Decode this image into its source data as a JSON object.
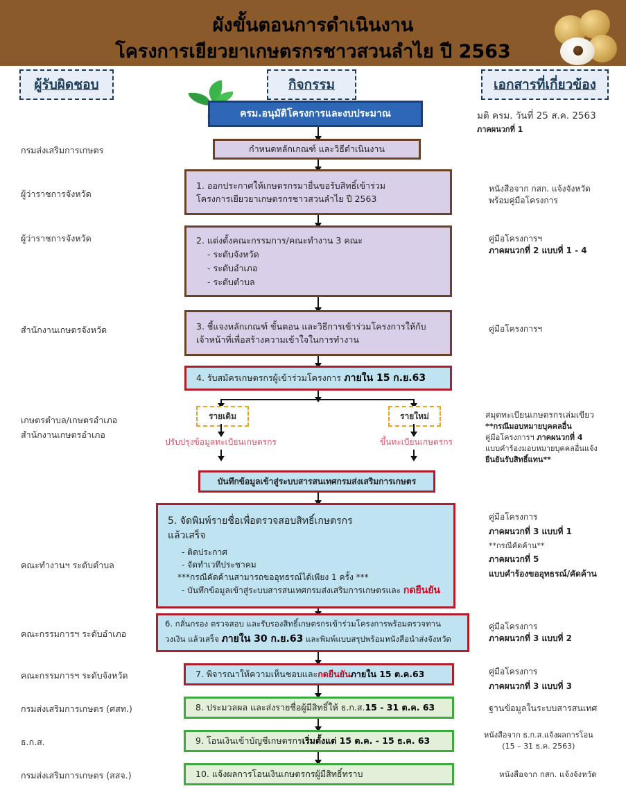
{
  "header": {
    "title_line1": "ผังขั้นตอนการดำเนินงาน",
    "title_line2": "โครงการเยียวยาเกษตรกรชาวสวนลำไย ปี 2563"
  },
  "columns": {
    "responsible": "ผู้รับผิดชอบ",
    "activities": "กิจกรรม",
    "documents": "เอกสารที่เกี่ยวข้อง"
  },
  "steps": {
    "start": "ครม.อนุมัติโครงการและงบประมาณ",
    "criteria": "กำหนดหลักเกณฑ์ และวิธีดำเนินงาน",
    "s1": {
      "line1": "1. ออกประกาศให้เกษตรกรมายื่นขอรับสิทธิ์เข้าร่วม",
      "line2": "โครงการเยียวยาเกษตรกรชาวสวนลำไย ปี 2563"
    },
    "s2": {
      "line1": "2. แต่งตั้งคณะกรรมการ/คณะทำงาน 3 คณะ",
      "item1": "- ระดับจังหวัด",
      "item2": "- ระดับอำเภอ",
      "item3": "- ระดับตำบล"
    },
    "s3": {
      "line1": "3. ชี้แจงหลักเกณฑ์ ขั้นตอน และวิธีการเข้าร่วมโครงการให้กับ",
      "line2": "เจ้าหน้าที่เพื่อสร้างความเข้าใจในการทำงาน"
    },
    "s4": {
      "text": "4. รับสมัครเกษตรกรผู้เข้าร่วมโครงการ ",
      "highlight": "ภายใน 15 ก.ย.63"
    },
    "branch_old": "รายเดิม",
    "branch_new": "รายใหม่",
    "branch_old_action": "ปรับปรุงข้อมูลทะเบียนเกษตรกร",
    "branch_new_action": "ขึ้นทะเบียนเกษตรกร",
    "record": "บันทึกข้อมูลเข้าสู่ระบบสารสนเทศกรมส่งเสริมการเกษตร",
    "s5": {
      "line1": "5. จัดพิมพ์รายชื่อเพื่อตรวจสอบสิทธิ์เกษตรกร",
      "line2": "แล้วเสร็จ",
      "item1": "- ติดประกาศ",
      "item2": "- จัดทำเวทีประชาคม",
      "note": "***กรณีคัดค้านสามารถขออุทธรณ์ได้เพียง 1 ครั้ง ***",
      "item3": "- บันทึกข้อมูลเข้าสู่ระบบสารสนเทศกรมส่งเสริมการเกษตรและ ",
      "item3_hl": "กดยืนยัน"
    },
    "s6": {
      "line1": "6. กลั่นกรอง ตรวจสอบ และรับรองสิทธิ์เกษตรกรเข้าร่วมโครงการพร้อมตรวจทาน",
      "line2a": "วงเงิน แล้วเสร็จ ",
      "line2_bold": "ภายใน 30 ก.ย.63",
      "line2b": " และพิมพ์แบบสรุปพร้อมหนังสือนำส่งจังหวัด"
    },
    "s7": {
      "text": "7. พิจารณาให้ความเห็นชอบและ",
      "hl": "กดยืนยัน",
      "bold": " ภายใน 15 ต.ค.63"
    },
    "s8": {
      "text": "8. ประมวลผล และส่งรายชื่อผู้มีสิทธิ์ให้ ธ.ก.ส. ",
      "bold": "15 - 31 ต.ค. 63"
    },
    "s9": {
      "text": "9. โอนเงินเข้าบัญชีเกษตรกร ",
      "bold": "เริ่มตั้งแต่ 15 ต.ค. - 15 ธ.ค. 63"
    },
    "s10": "10. แจ้งผลการโอนเงินเกษตรกรผู้มีสิทธิ์ทราบ"
  },
  "responsible": {
    "r_criteria": "กรมส่งเสริมการเกษตร",
    "r1": "ผู้ว่าราชการจังหวัด",
    "r2": "ผู้ว่าราชการจังหวัด",
    "r3": "สำนักงานเกษตรจังหวัด",
    "r_branch1": "เกษตรตำบล/เกษตรอำเภอ",
    "r_branch2": "สำนักงานเกษตรอำเภอ",
    "r5": "คณะทำงานฯ ระดับตำบล",
    "r6": "คณะกรรมการฯ ระดับอำเภอ",
    "r7": "คณะกรรมการฯ ระดับจังหวัด",
    "r8": "กรมส่งเสริมการเกษตร (ศสท.)",
    "r9": "ธ.ก.ส.",
    "r10": "กรมส่งเสริมการเกษตร (สสจ.)"
  },
  "documents": {
    "d_start_line1": "มติ ครม. วันที่ 25 ส.ค. 2563",
    "d_start_line2": "ภาคผนวกที่ 1",
    "d1_line1": "หนังสือจาก กสก. แจ้งจังหวัด",
    "d1_line2": "พร้อมคู่มือโครงการ",
    "d2_line1": "คู่มือโครงการฯ",
    "d2_line2": "ภาคผนวกที่ 2 แบบที่ 1 - 4",
    "d3": "คู่มือโครงการฯ",
    "d4_line1": "สมุดทะเบียนเกษตรกรเล่มเขียว",
    "d4_line2": "**กรณีมอบหมายบุคคลอื่น",
    "d4_line3a": "คู่มือโครงการฯ ",
    "d4_line3b": "ภาคผนวกที่ 4",
    "d4_line4": "แบบคำร้องมอบหมายบุคคลอื่นแจ้ง",
    "d4_line5": "ยืนยันรับสิทธิ์แทน**",
    "d5_line1": "คู่มือโครงการ",
    "d5_line2": "ภาคผนวกที่ 3 แบบที่ 1",
    "d5_line3": "**กรณีคัดค้าน**",
    "d5_line4": "ภาคผนวกที่ 5",
    "d5_line5": "แบบคำร้องขออุทธรณ์/คัดค้าน",
    "d6_line1": "คู่มือโครงการ",
    "d6_line2": "ภาคผนวกที่ 3 แบบที่ 2",
    "d7_line1": "คู่มือโครงการ",
    "d7_line2": "ภาคผนวกที่ 3 แบบที่ 3",
    "d8": "ฐานข้อมูลในระบบสารสนเทศ",
    "d9_line1": "หนังสือจาก ธ.ก.ส.แจ้งผลการโอน",
    "d9_line2": "(15 – 31 ธ.ค. 2563)",
    "d10": "หนังสือจาก กสก. แจ้งจังหวัด"
  },
  "colors": {
    "header": "#8a5a2b",
    "start": "#2f67b7",
    "purple": "#d9cfe8",
    "blue": "#bfe3f0",
    "green": "#e2efd9",
    "red_border": "#b11c2a",
    "green_border": "#3caa3c",
    "highlight": "#d0021b"
  }
}
